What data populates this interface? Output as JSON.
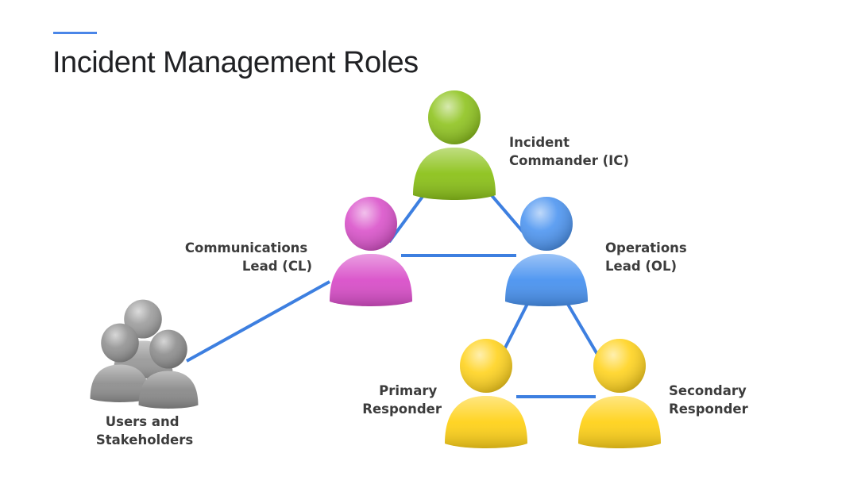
{
  "title": "Incident Management Roles",
  "colors": {
    "accent": "#4a86e8",
    "connector": "#3d7fe0",
    "text": "#3c3c3c"
  },
  "roles": {
    "ic": {
      "line1": "Incident",
      "line2": "Commander (IC)",
      "color": "#8cc21a"
    },
    "cl": {
      "line1": "Communications",
      "line2": "Lead (CL)",
      "color": "#d94fc9"
    },
    "ol": {
      "line1": "Operations",
      "line2": "Lead (OL)",
      "color": "#4a93f0"
    },
    "primary": {
      "line1": "Primary",
      "line2": "Responder",
      "color": "#ffd21a"
    },
    "secondary": {
      "line1": "Secondary",
      "line2": "Responder",
      "color": "#ffd21a"
    },
    "users": {
      "line1": "Users and",
      "line2": "Stakeholders",
      "color": "#9a9a9a"
    }
  }
}
